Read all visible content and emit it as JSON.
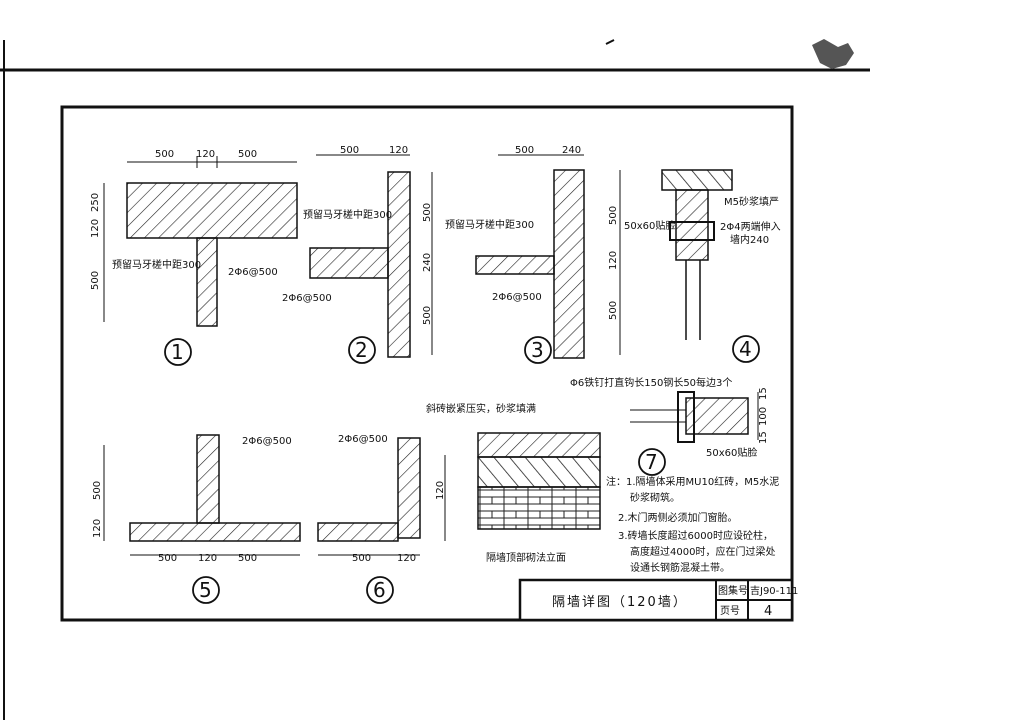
{
  "sheet": {
    "title": "隔墙详图（120墙）",
    "atlas_label": "图集号",
    "atlas_value": "吉J90-111",
    "page_label": "页号",
    "page_value": "4"
  },
  "details": [
    {
      "num": "1",
      "dims_top": [
        "500",
        "120",
        "500"
      ],
      "dims_left": [
        "250",
        "120",
        "500"
      ],
      "label_a": "预留马牙槎中距300",
      "label_b": "2Φ6@500"
    },
    {
      "num": "2",
      "dims_top": [
        "500",
        "120"
      ],
      "dims_right": [
        "500",
        "240",
        "500"
      ],
      "label_a": "预留马牙槎中距300",
      "label_b": "2Φ6@500"
    },
    {
      "num": "3",
      "dims_top": [
        "500",
        "240"
      ],
      "dims_left": [
        "500",
        "120",
        "500"
      ],
      "label_a": "预留马牙槎中距300",
      "label_b": "2Φ6@500"
    },
    {
      "num": "4",
      "label_a": "M5砂浆填严",
      "label_b": "2Φ4两端伸入",
      "label_c": "墙内240",
      "label_d": "50x60贴脸"
    },
    {
      "num": "5",
      "dims_bottom": [
        "500",
        "120",
        "500"
      ],
      "dims_left": [
        "500",
        "120"
      ],
      "label_a": "2Φ6@500"
    },
    {
      "num": "6",
      "dims_bottom": [
        "500",
        "120"
      ],
      "dims_right": [
        "120"
      ],
      "label_a": "2Φ6@500"
    },
    {
      "num": "7",
      "label_a": "Φ6铁钉打直钩长150钢长50每边3个",
      "label_b": "50x60贴脸",
      "dims_right": [
        "15",
        "100",
        "15"
      ]
    }
  ],
  "elevation": {
    "label_top": "斜砖嵌紧压实，砂浆填满",
    "caption": "隔墙顶部砌法立面"
  },
  "notes": [
    "注：1.隔墙体采用MU10红砖，M5水泥",
    "砂浆砌筑。",
    "2.木门两侧必须加门窗胎。",
    "3.砖墙长度超过6000时应设砼柱，",
    "高度超过4000时，应在门过梁处",
    "设通长钢筋混凝土带。"
  ]
}
